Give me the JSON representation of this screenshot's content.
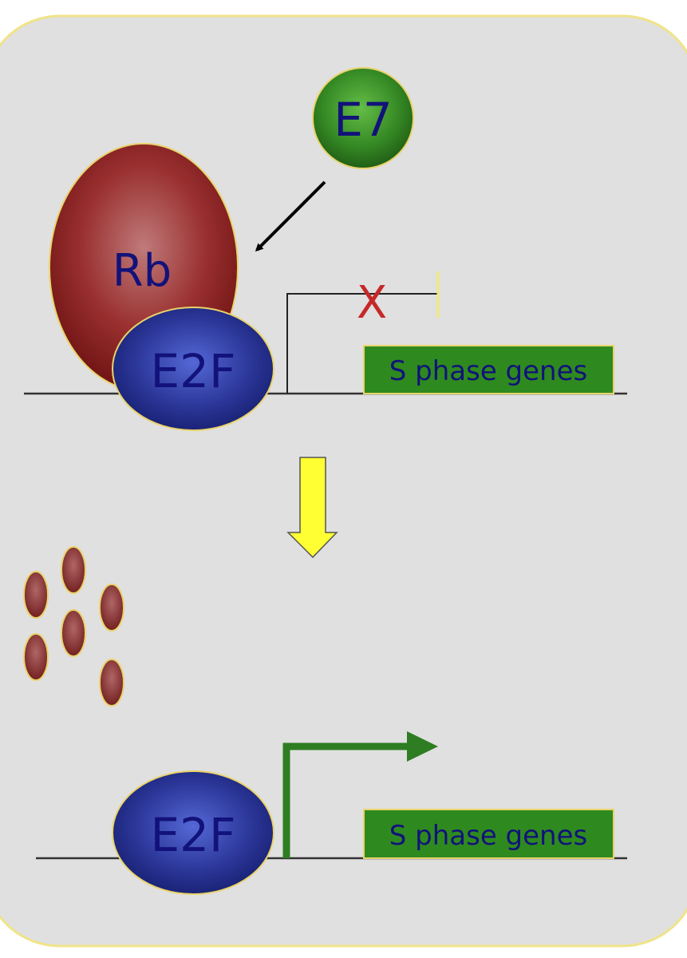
{
  "diagram": {
    "colors": {
      "panel_fill": "#e0e0e0",
      "panel_border": "#f0e38a",
      "rb_protein": "#8b1c1c",
      "rb_highlight": "#b96a6a",
      "e2f_protein": "#1e2a8a",
      "e2f_highlight": "#4a5fcf",
      "e7_protein": "#2f7d1f",
      "e7_highlight": "#58b03d",
      "protein_outline": "#e8d36a",
      "label_blue": "#12127a",
      "gene_box": "#2e8a1f",
      "active_arrow": "#2e7d22",
      "blocked_x": "#c62828",
      "transition_arrow": "#ffff33",
      "dna_line": "#333333"
    },
    "icons": {
      "blocked_mark": "x-mark-icon",
      "process_arrow": "down-arrow-icon",
      "transcription_arrow": "right-arrow-icon"
    },
    "top": {
      "e7_label": "E7",
      "rb_label": "Rb",
      "e2f_label": "E2F",
      "blocked_mark": "X",
      "gene_label": "S phase genes"
    },
    "bottom": {
      "e2f_label": "E2F",
      "gene_label": "S phase genes",
      "rb_fragment_count": 6
    }
  }
}
